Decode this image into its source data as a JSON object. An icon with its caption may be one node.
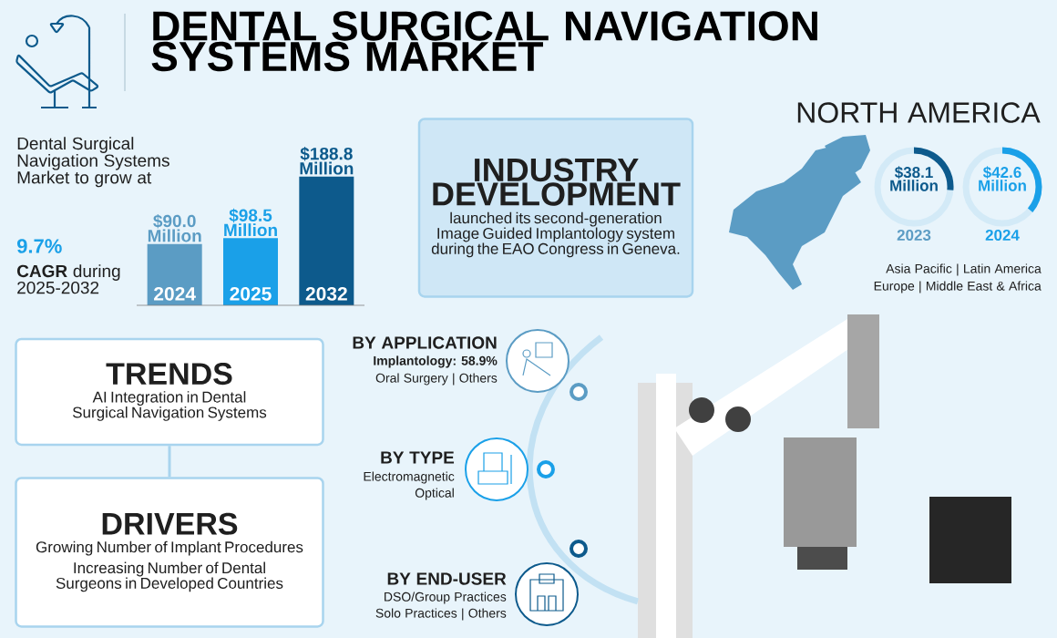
{
  "diagram": {
    "title": "DENTAL SURGICAL NAVIGATION SYSTEMS MARKET",
    "nodes": [
      {
        "text": [
          "TRENDS",
          "AI Integration in Dental Surgical Navigation Systems"
        ]
      },
      {
        "text": [
          "DRIVERS",
          "Growing Number of Implant Procedures",
          "Increasing Number of Dental Surgeons in Developed Countries"
        ]
      },
      {
        "text": [
          "INDUSTRY DEVELOPMENT",
          "launched its second-generation Image Guided Implantology system during the EAO Congress in Geneva."
        ]
      }
    ],
    "edges": [
      {
        "from": 0,
        "to": 1,
        "arrow": "none"
      }
    ],
    "labels": [
      "Dental Surgical Navigation Systems Market to grow at",
      "9.7%",
      "**CAGR** during 2025-2032",
      "NORTH AMERICA",
      "$38.1 Million",
      "$42.6 Million",
      "2023",
      "2024",
      "Asia Pacific | Latin America",
      "Europe | Middle East & Africa",
      "BY APPLICATION",
      "Implantology: 58.9%",
      "Oral Surgery | Others",
      "BY TYPE",
      "Electromagnetic",
      "Optical",
      "BY END-USER",
      "DSO/Group Practices",
      "Solo Practices | Others"
    ],
    "chart_data": {
      "type": "bar",
      "categories": [
        "2024",
        "2025",
        "2032"
      ],
      "values": [
        90.0,
        98.5,
        188.8
      ],
      "value_labels": [
        "$90.0 Million",
        "$98.5 Million",
        "$188.8 Million"
      ]
    }
  }
}
